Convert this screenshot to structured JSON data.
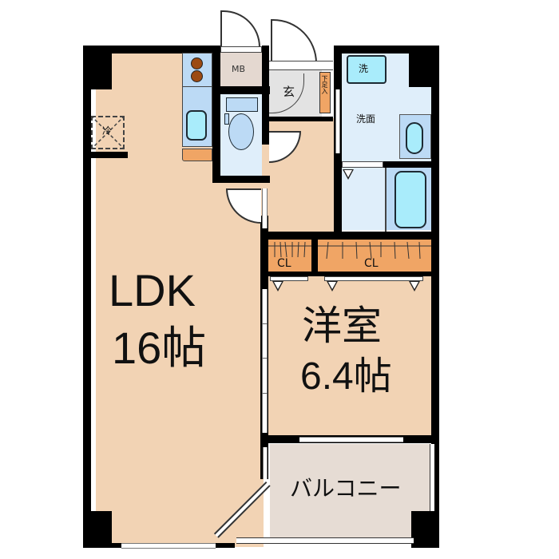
{
  "floor_plan": {
    "rooms": {
      "ldk": {
        "name": "LDK",
        "size": "16帖"
      },
      "western_room": {
        "name": "洋室",
        "size": "6.4帖"
      },
      "balcony": {
        "name": "バルコニー"
      },
      "entrance": {
        "name": "玄"
      },
      "washroom": {
        "name": "洗面"
      },
      "washing_machine": {
        "name": "洗"
      },
      "shoe_box": {
        "name": "下足入"
      },
      "meter_box": {
        "name": "MB"
      },
      "closet_small": {
        "name": "CL"
      },
      "closet_large": {
        "name": "CL"
      },
      "fridge": {
        "name": "冷"
      }
    },
    "colors": {
      "wood_floor": "#f2d3b4",
      "tile_floor": "#dfeefa",
      "fixture": "#a9ecfb",
      "counter": "#f0a565",
      "balcony": "#e6dcd4",
      "wall": "#000000"
    }
  }
}
